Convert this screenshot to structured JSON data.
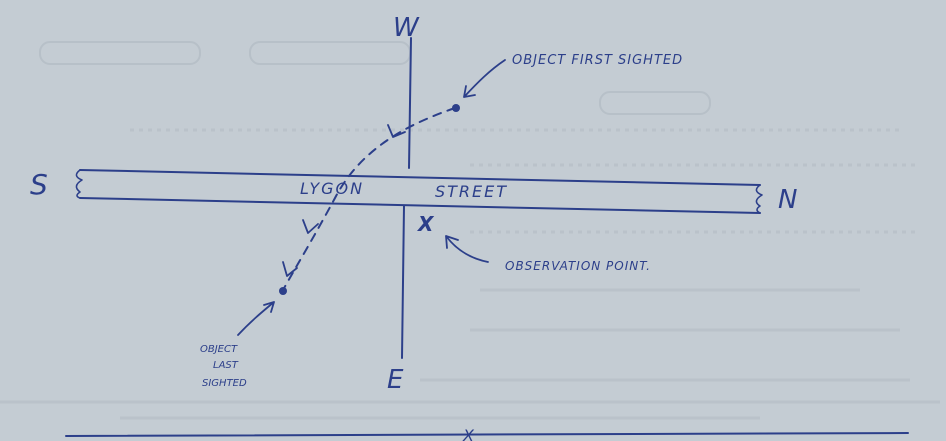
{
  "compass": {
    "west": "W",
    "east": "E",
    "south": "S",
    "north": "N"
  },
  "street": {
    "name_part1": "LYGON",
    "name_part2": "STREET"
  },
  "annotations": {
    "first_sighted": "OBJECT FIRST SIGHTED",
    "observation_point": "OBSERVATION POINT.",
    "last_sighted_line1": "OBJECT",
    "last_sighted_line2": "LAST",
    "last_sighted_line3": "SIGHTED"
  },
  "markers": {
    "observation_mark": "X",
    "bottom_mark": "X"
  },
  "colors": {
    "paper": "#c4ccd3",
    "ink": "#2c3f8a",
    "ghost_print": "#b3bcc4"
  }
}
